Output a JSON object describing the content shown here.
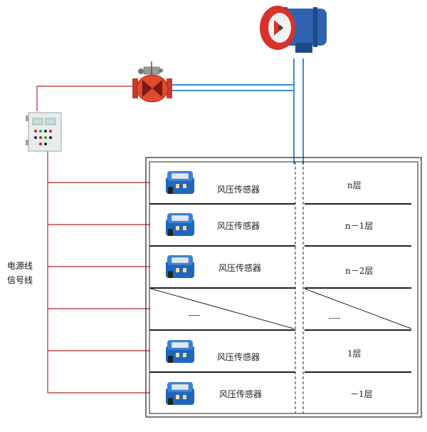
{
  "legend": {
    "power_line": "电源线",
    "signal_line": "信号线"
  },
  "rows": [
    {
      "type": "sensor",
      "sensor_label": "风压传感器",
      "floor_label": "n层"
    },
    {
      "type": "sensor",
      "sensor_label": "风压传感器",
      "floor_label": "n－1层"
    },
    {
      "type": "sensor",
      "sensor_label": "风压传感器",
      "floor_label": "n－2层"
    },
    {
      "type": "gap",
      "left_dash": "----",
      "right_dash": "----"
    },
    {
      "type": "sensor",
      "sensor_label": "风压传感器",
      "floor_label": "1层"
    },
    {
      "type": "sensor",
      "sensor_label": "风压传感器",
      "floor_label": "－1层"
    }
  ],
  "colors": {
    "power_line": "#b0282e",
    "duct": "#3a8fd0",
    "fan_red": "#d8322a",
    "fan_blue": "#2f63b0",
    "sensor_blue": "#1f66c0"
  }
}
